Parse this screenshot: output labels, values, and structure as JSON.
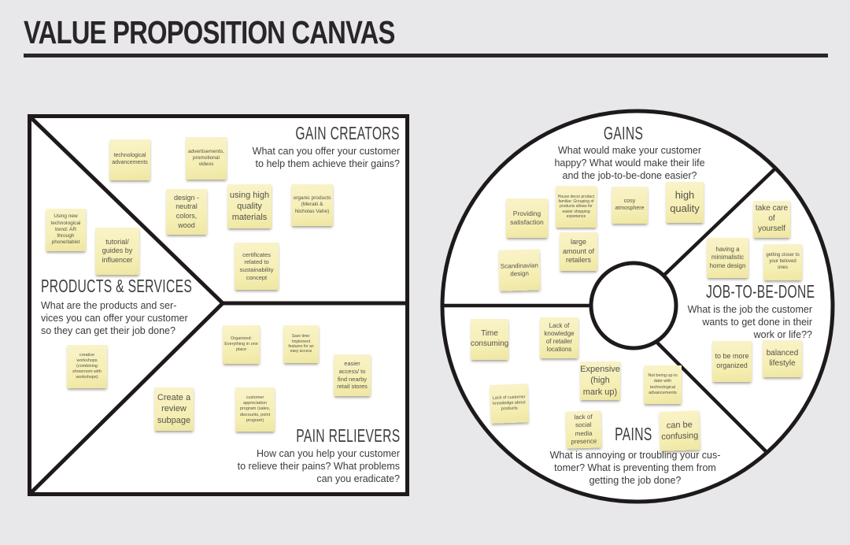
{
  "page": {
    "title": "VALUE PROPOSITION CANVAS"
  },
  "colors": {
    "background": "#e8e7e9",
    "line": "#1e1a1b",
    "note_yellow": "#f5eeb2",
    "heading_text": "#3d3d3d",
    "body_text": "#3b3b3b"
  },
  "square": {
    "gain_creators": {
      "heading": "GAIN CREATORS",
      "question_lines": [
        "What can you offer your customer",
        "to help them achieve their gains?"
      ],
      "notes": [
        "technological advancements",
        "advertisements, promotional videos",
        "design - neutral colors, wood",
        "using high quality materials",
        "organic products (Meraki & Nicholas Vahe)",
        "certificates related to sustainability concept"
      ]
    },
    "products_services": {
      "heading": "PRODUCTS & SERVICES",
      "question_lines": [
        "What are the products and ser-",
        "vices you can offer your customer",
        "so they can get their job done?"
      ],
      "notes": [
        "Using new technological trend: AR through phone/tablet",
        "tutorial/ guides by influencer",
        "creative workshops (combining showroom with workshops)"
      ]
    },
    "pain_relievers": {
      "heading": "PAIN RELIEVERS",
      "question_lines": [
        "How can you help your customer",
        "to relieve their pains? What problems",
        "can you eradicate?"
      ],
      "notes": [
        "Organized: Everything in one place",
        "Save time: Implement features for an easy access",
        "easier access/ to find nearby retail stores",
        "Create a review subpage",
        "customer appreciation program (sales, discounts, point program)"
      ]
    }
  },
  "circle": {
    "gains": {
      "heading": "GAINS",
      "question_lines": [
        "What would make your customer",
        "happy? What would make their life",
        "and the job-to-be-done easier?"
      ],
      "notes": [
        "Providing satisfaction",
        "House decor product familiar: Grouping of products allows for easier shopping experience",
        "cosy atmosphere",
        "high quality",
        "large amount of retailers",
        "Scandinavian design"
      ]
    },
    "job_to_be_done": {
      "heading": "JOB-TO-BE-DONE",
      "question_lines": [
        "What is the job the customer",
        "wants to get done in their",
        "work or life??"
      ],
      "notes": [
        "take care of yourself",
        "having a minimalistic home design",
        "getting closer to your beloved ones",
        "to be more organized",
        "balanced lifestyle"
      ]
    },
    "pains": {
      "heading": "PAINS",
      "question_lines": [
        "What is annoying or troubling your cus-",
        "tomer? What is preventing them from",
        "getting the job done?"
      ],
      "notes": [
        "Time consuming",
        "Lack of knowledge of retailer locations",
        "Expensive (high mark up)",
        "Not being up to date with technological advancements",
        "Lack of customer knowledge about products",
        "lack of social media presence",
        "can be confusing"
      ]
    }
  }
}
